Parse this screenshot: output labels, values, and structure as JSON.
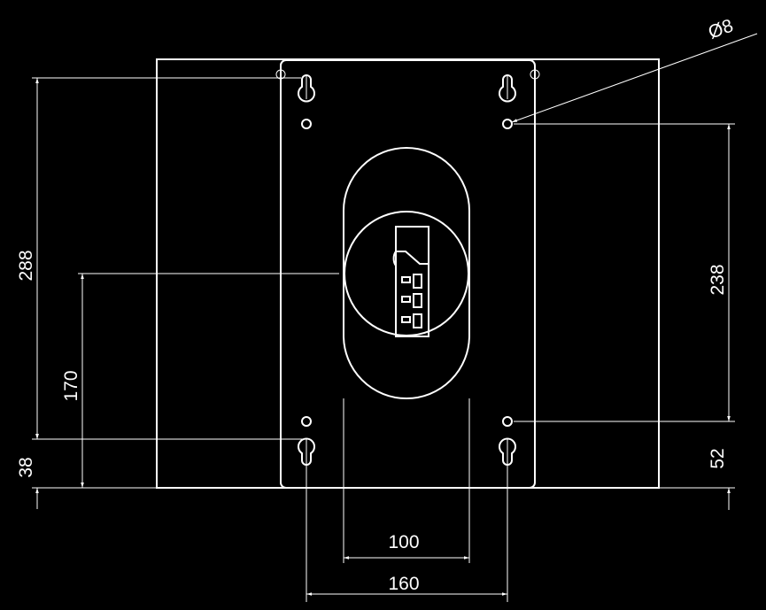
{
  "drawing": {
    "colors": {
      "background": "#000000",
      "line": "#ffffff"
    },
    "dimensions": {
      "overall_height": "288",
      "bottom_offset": "38",
      "center_height": "170",
      "hole_spacing_vertical": "238",
      "hole_bottom_offset": "52",
      "inner_width": "100",
      "hole_spacing_horizontal": "160",
      "hole_diameter": "8",
      "diameter_symbol": "Ø"
    }
  }
}
